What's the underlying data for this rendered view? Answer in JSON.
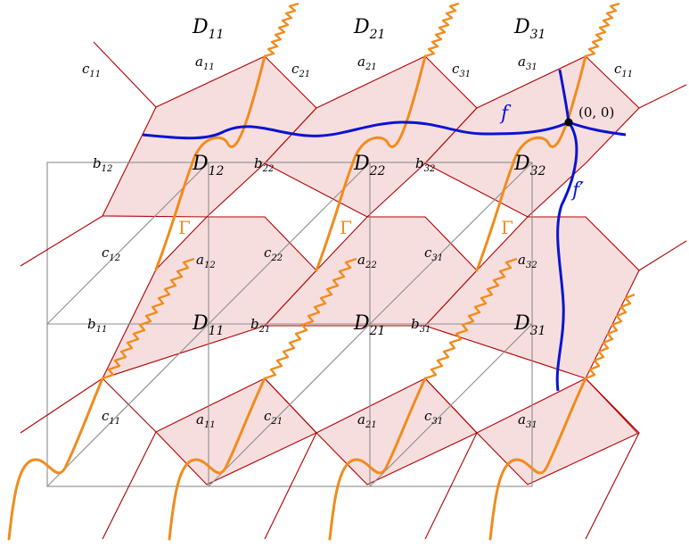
{
  "figure": {
    "domain_labels": [
      {
        "id": "D11-top",
        "base": "D",
        "sub": "11"
      },
      {
        "id": "D21-top",
        "base": "D",
        "sub": "21"
      },
      {
        "id": "D31-top",
        "base": "D",
        "sub": "31"
      },
      {
        "id": "D12",
        "base": "D",
        "sub": "12"
      },
      {
        "id": "D22",
        "base": "D",
        "sub": "22"
      },
      {
        "id": "D32",
        "base": "D",
        "sub": "32"
      },
      {
        "id": "D11-mid",
        "base": "D",
        "sub": "11"
      },
      {
        "id": "D21-mid",
        "base": "D",
        "sub": "21"
      },
      {
        "id": "D31-mid",
        "base": "D",
        "sub": "31"
      }
    ],
    "edge_labels": [
      {
        "id": "c11-tl",
        "base": "c",
        "sub": "11"
      },
      {
        "id": "a11-top",
        "base": "a",
        "sub": "11"
      },
      {
        "id": "c21-top",
        "base": "c",
        "sub": "21"
      },
      {
        "id": "a21-top",
        "base": "a",
        "sub": "21"
      },
      {
        "id": "c31-top",
        "base": "c",
        "sub": "31"
      },
      {
        "id": "a31-top",
        "base": "a",
        "sub": "31"
      },
      {
        "id": "c11-tr",
        "base": "c",
        "sub": "11"
      },
      {
        "id": "b12",
        "base": "b",
        "sub": "12"
      },
      {
        "id": "b22",
        "base": "b",
        "sub": "22"
      },
      {
        "id": "b32",
        "base": "b",
        "sub": "32"
      },
      {
        "id": "c12",
        "base": "c",
        "sub": "12"
      },
      {
        "id": "a12",
        "base": "a",
        "sub": "12"
      },
      {
        "id": "c22",
        "base": "c",
        "sub": "22"
      },
      {
        "id": "a22",
        "base": "a",
        "sub": "22"
      },
      {
        "id": "c31-mid",
        "base": "c",
        "sub": "31"
      },
      {
        "id": "a32",
        "base": "a",
        "sub": "32"
      },
      {
        "id": "b11",
        "base": "b",
        "sub": "11"
      },
      {
        "id": "b21",
        "base": "b",
        "sub": "21"
      },
      {
        "id": "b31",
        "base": "b",
        "sub": "31"
      },
      {
        "id": "c11-bot",
        "base": "c",
        "sub": "11"
      },
      {
        "id": "a11-bot",
        "base": "a",
        "sub": "11"
      },
      {
        "id": "c21-bot",
        "base": "c",
        "sub": "21"
      },
      {
        "id": "a21-bot",
        "base": "a",
        "sub": "21"
      },
      {
        "id": "c31-bot",
        "base": "c",
        "sub": "31"
      },
      {
        "id": "a31-bot",
        "base": "a",
        "sub": "31"
      }
    ],
    "curve_labels": {
      "gamma": "Γ",
      "f": "f",
      "f_prime": "f′",
      "origin": "(0, 0)"
    },
    "colors": {
      "cell_fill": "#f7dede",
      "cell_edge": "#b00000",
      "grid": "#8c8c8c",
      "gamma_curve": "#f08c1e",
      "f_curve": "#0a14d2"
    }
  }
}
